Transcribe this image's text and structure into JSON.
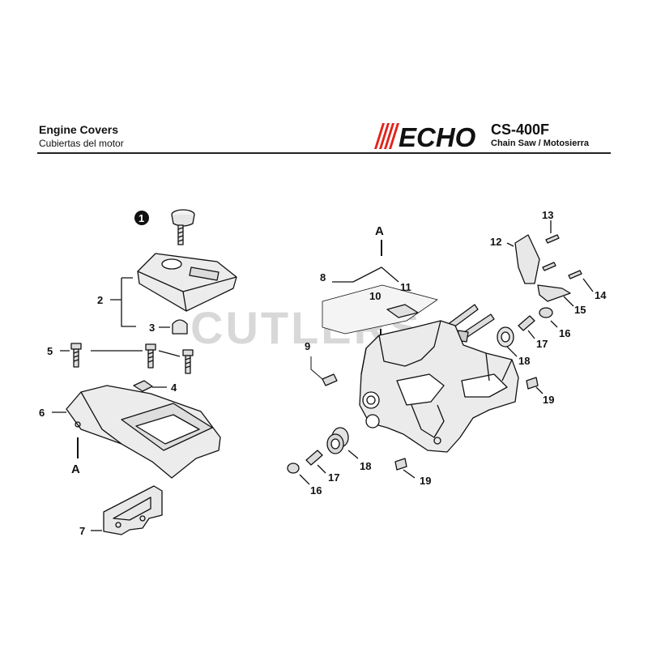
{
  "header": {
    "title_en": "Engine Covers",
    "title_es": "Cubiertas del motor",
    "brand": "ECHO",
    "model": "CS-400F",
    "subtitle": "Chain Saw / Motosierra"
  },
  "watermark": "CUTLERS",
  "callouts": {
    "c1": "1",
    "c2": "2",
    "c3": "3",
    "c4": "4",
    "c5": "5",
    "c6": "6",
    "c7": "7",
    "c8": "8",
    "c9": "9",
    "c10": "10",
    "c11": "11",
    "c12": "12",
    "c13": "13",
    "c14": "14",
    "c15": "15",
    "c16a": "16",
    "c16b": "16",
    "c17a": "17",
    "c17b": "17",
    "c18a": "18",
    "c18b": "18",
    "c19a": "19",
    "c19b": "19",
    "refA1": "A",
    "refA2": "A"
  }
}
